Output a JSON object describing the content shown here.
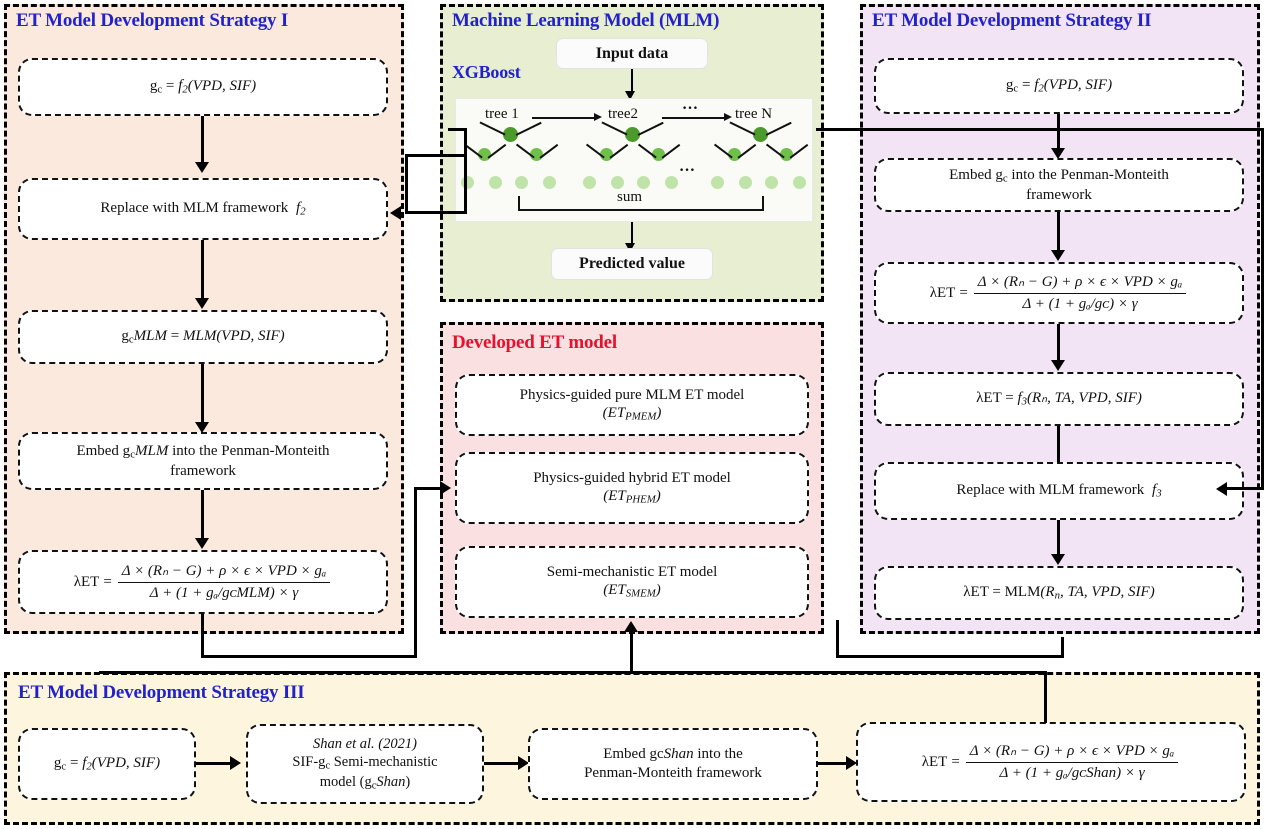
{
  "colors": {
    "strategy1_bg": "#fbe9dd",
    "mlm_bg": "#e8eed2",
    "strategy2_bg": "#f2e3f5",
    "developed_bg": "#fbe0e2",
    "strategy3_bg": "#fdf5dd",
    "title_blue": "#2222cc",
    "title_red": "#e8112d",
    "node_dark_green": "#4c9a2a",
    "node_mid_green": "#6fbf4a",
    "node_light_green": "#bfe3a8"
  },
  "panels": {
    "strategy1": {
      "title": "ET Model Development Strategy I"
    },
    "mlm": {
      "title": "Machine Learning Model (MLM)",
      "subtitle": "XGBoost"
    },
    "strategy2": {
      "title": "ET Model Development Strategy II"
    },
    "developed": {
      "title": "Developed ET model"
    },
    "strategy3": {
      "title": "ET Model Development Strategy III"
    }
  },
  "strategy1": {
    "step1": {
      "lhs": "g",
      "lhs_sub": "c",
      "eq": "=",
      "rhs_f": "f",
      "rhs_sub": "2",
      "args": "(VPD, SIF)"
    },
    "step2": {
      "text": "Replace with MLM framework",
      "sym": "f",
      "sym_sub": "2"
    },
    "step3": {
      "lhs": "g",
      "lhs_sub": "c",
      "lhs_italic": "MLM",
      "eq": "=",
      "rhs": "MLM(VPD, SIF)"
    },
    "step4": {
      "line1_a": "Embed g",
      "line1_sub": "c",
      "line1_it": "MLM",
      "line1_b": " into the Penman-Monteith",
      "line2": "framework"
    },
    "step5": {
      "lhs": "λET",
      "eq": "=",
      "numerator": "Δ × (Rₙ − G) + ρ × ϵ × VPD × gₐ",
      "denominator": "Δ + (1 + gₐ/gᴄMLM) × γ"
    }
  },
  "mlm": {
    "input_box": "Input data",
    "output_box": "Predicted value",
    "tree_labels": [
      "tree 1",
      "tree2",
      "tree N"
    ],
    "sum_label": "sum",
    "ellipsis": "…"
  },
  "strategy2": {
    "step1": {
      "lhs": "g",
      "lhs_sub": "c",
      "eq": "=",
      "rhs_f": "f",
      "rhs_sub": "2",
      "args": "(VPD, SIF)"
    },
    "step2": {
      "line1_a": "Embed g",
      "line1_sub": "c",
      "line1_b": " into the Penman-Monteith",
      "line2": "framework"
    },
    "step3": {
      "lhs": "λET",
      "eq": "=",
      "numerator": "Δ × (Rₙ − G) + ρ × ϵ × VPD × gₐ",
      "denominator": "Δ + (1 + gₐ/gᴄ) × γ"
    },
    "step4": {
      "lhs": "λET",
      "eq": "=",
      "f": "f",
      "f_sub": "3",
      "args": "(Rₙ, TA, VPD, SIF)"
    },
    "step5": {
      "text": "Replace with MLM framework",
      "sym": "f",
      "sym_sub": "3"
    },
    "step6": {
      "lhs": "λET",
      "eq": "=",
      "rhs": "MLM(Rₙ, TA, VPD, SIF)"
    }
  },
  "developed": {
    "models": [
      {
        "line1": "Physics-guided pure MLM ET model",
        "line2_pre": "(ET",
        "line2_sub": "PMEM",
        "line2_post": ")"
      },
      {
        "line1": "Physics-guided hybrid ET model",
        "line2_pre": "(ET",
        "line2_sub": "PHEM",
        "line2_post": ")"
      },
      {
        "line1": "Semi-mechanistic ET model",
        "line2_pre": "(ET",
        "line2_sub": "SMEM",
        "line2_post": ")"
      }
    ]
  },
  "strategy3": {
    "step1": {
      "lhs": "g",
      "lhs_sub": "c",
      "eq": "=",
      "rhs_f": "f",
      "rhs_sub": "2",
      "args": "(VPD, SIF)"
    },
    "step2": {
      "line1": "Shan et al. (2021)",
      "line2_a": "SIF-g",
      "line2_sub": "c",
      "line2_b": " Semi-mechanistic",
      "line3_a": "model (g",
      "line3_sub": "c",
      "line3_it": "Shan",
      "line3_b": ")"
    },
    "step3": {
      "line1_a": "Embed gc",
      "line1_it": "Shan",
      "line1_b": " into the",
      "line2": "Penman-Monteith framework"
    },
    "step4": {
      "lhs": "λET",
      "eq": "=",
      "numerator": "Δ × (Rₙ − G) + ρ × ϵ × VPD × gₐ",
      "denominator": "Δ + (1 + gₐ/gᴄShan) × γ"
    }
  }
}
